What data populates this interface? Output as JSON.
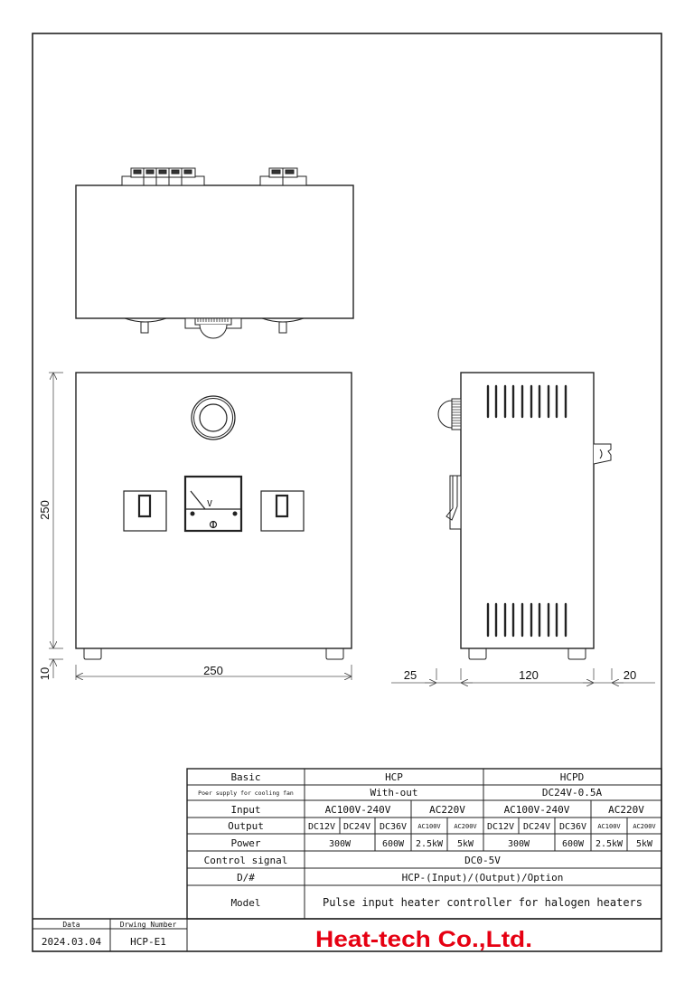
{
  "drawing": {
    "dimensions": {
      "front_height": "250",
      "foot_height": "10",
      "front_width": "250",
      "side_left_protrusion": "25",
      "side_depth": "120",
      "side_right_protrusion": "20"
    },
    "meter_unit": "V"
  },
  "spec_table": {
    "rows": [
      {
        "label": "Basic",
        "values": [
          "HCP",
          "HCPD"
        ]
      },
      {
        "label": "Poer supply for cooling fan",
        "values": [
          "With-out",
          "DC24V-0.5A"
        ]
      },
      {
        "label": "Input",
        "values": [
          "AC100V-240V",
          "AC220V",
          "AC100V-240V",
          "AC220V"
        ]
      },
      {
        "label": "Output",
        "values": [
          "DC12V",
          "DC24V",
          "DC36V",
          "AC100V",
          "AC200V",
          "DC12V",
          "DC24V",
          "DC36V",
          "AC100V",
          "AC200V"
        ]
      },
      {
        "label": "Power",
        "values": [
          "300W",
          "600W",
          "2.5kW",
          "5kW",
          "300W",
          "600W",
          "2.5kW",
          "5kW"
        ]
      },
      {
        "label": "Control signal",
        "values": [
          "DC0-5V"
        ]
      },
      {
        "label": "D/#",
        "values": [
          "HCP-(Input)/(Output)/Option"
        ]
      },
      {
        "label": "Model",
        "values": [
          "Pulse input heater controller for halogen heaters"
        ]
      }
    ]
  },
  "title_block": {
    "date_label": "Data",
    "date_value": "2024.03.04",
    "number_label": "Drwing Number",
    "number_value": "HCP-E1",
    "company": "Heat-tech Co.,Ltd.",
    "company_color": "#e60012"
  }
}
